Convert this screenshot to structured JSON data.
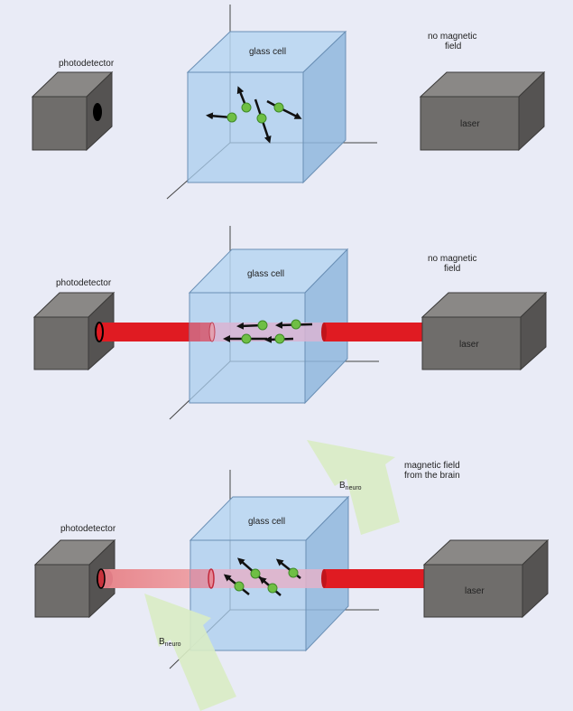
{
  "panels": [
    {
      "photodetector_label": "photodetector",
      "cell_label": "glass cell",
      "field_label_line1": "no magnetic",
      "field_label_line2": "field",
      "laser_label": ""
    },
    {
      "photodetector_label": "photodetector",
      "cell_label": "glass cell",
      "field_label_line1": "no magnetic",
      "field_label_line2": "field",
      "laser_label": "laser"
    },
    {
      "photodetector_label": "photodetector",
      "cell_label": "glass cell",
      "field_label_line1": "magnetic field",
      "field_label_line2": "from the brain",
      "laser_label": "laser",
      "b_main": "B",
      "b_sub": "neuro"
    }
  ],
  "panel1_laser_label": "laser",
  "colors": {
    "background": "#e9ebf6",
    "box_front": "#6f6d6b",
    "box_top": "#8a8886",
    "box_side": "#555352",
    "glass": "#a9cdee",
    "beam": "#e01b22",
    "beam_faded": "#e89a9f",
    "atom": "#6fbf44",
    "field_arrow": "#d9ecc4"
  }
}
